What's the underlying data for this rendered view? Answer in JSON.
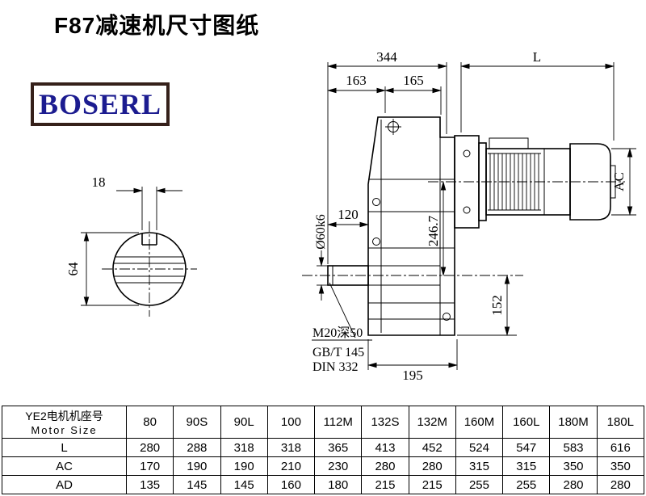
{
  "page": {
    "title": "F87减速机尺寸图纸",
    "logo_text": "BOSERL"
  },
  "colors": {
    "logo_text": "#1c1c90",
    "logo_border": "#35201a",
    "line": "#000000"
  },
  "drawing": {
    "dim_344": "344",
    "dim_L": "L",
    "dim_163": "163",
    "dim_165": "165",
    "dim_18": "18",
    "dim_64": "64",
    "dim_120": "120",
    "dim_shaft_dia": "Ø60k6",
    "dim_246_7": "246.7",
    "dim_AC": "AC",
    "dim_152": "152",
    "dim_195": "195",
    "note_thread": "M20深50",
    "note_gb": "GB/T 145",
    "note_din": "DIN 332"
  },
  "table": {
    "header": {
      "cn": "YE2电机机座号",
      "en": "Motor Size"
    },
    "sizes": [
      "80",
      "90S",
      "90L",
      "100",
      "112M",
      "132S",
      "132M",
      "160M",
      "160L",
      "180M",
      "180L"
    ],
    "rows": [
      {
        "label": "L",
        "values": [
          "280",
          "288",
          "318",
          "318",
          "365",
          "413",
          "452",
          "524",
          "547",
          "583",
          "616"
        ]
      },
      {
        "label": "AC",
        "values": [
          "170",
          "190",
          "190",
          "210",
          "230",
          "280",
          "280",
          "315",
          "315",
          "350",
          "350"
        ]
      },
      {
        "label": "AD",
        "values": [
          "135",
          "145",
          "145",
          "160",
          "180",
          "215",
          "215",
          "255",
          "255",
          "280",
          "280"
        ]
      }
    ]
  }
}
